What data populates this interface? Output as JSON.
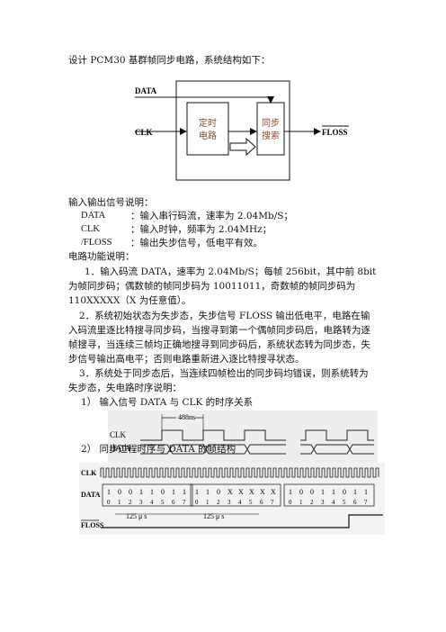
{
  "intro": "设计 PCM30 基群帧同步电路，系统结构如下：",
  "diagram": {
    "data_label": "DATA",
    "clk_label": "CLK",
    "floss_label": "FLOSS",
    "timer_box": [
      "定时",
      "电路"
    ],
    "sync_box": [
      "同步",
      "搜索"
    ]
  },
  "io_heading": "输入输出信号说明：",
  "io_signals": [
    {
      "name": "DATA",
      "desc": "：输入串行码流，速率为 2.04Mb/S；"
    },
    {
      "name": "CLK",
      "desc": "：输入时钟，频率为 2.04MHz；"
    },
    {
      "name": "/FLOSS",
      "desc": "：输出失步信号，低电平有效。"
    }
  ],
  "func_heading": "电路功能说明：",
  "func_items": [
    "1．输入码流 DATA，速率为 2.04Mb/S；每帧 256bit，其中前 8bit 为帧同步码；偶数帧的帧同步码为 10011011，奇数帧的帧同步码为 110XXXXX（X 为任意值）。",
    "2．系统初始状态为失步态，失步信号 FLOSS 输出低电平，电路在输入码流里逐比特搜寻同步码，当搜寻到第一个偶帧同步码后，电路转为逐帧搜寻，当连续三帧均正确地搜寻到同步码后，系统状态转为同步态，失步信号输出高电平；否则电路重新进入逐比特搜寻状态。",
    "3．系统处于同步态后，当连续四帧检出的同步码均错误，则系统转为失步态，失电路时序说明："
  ],
  "timing1": {
    "caption": "1）  输入信号 DATA 与 CLK 的时序关系",
    "delay_label": "488ns",
    "clk_label": "CLK",
    "data_label": "DATA"
  },
  "timing2": {
    "caption": "2）  同步过程时序与 DATA 的帧结构",
    "clk_label": "CLK",
    "data_label": "DATA",
    "floss_label": "FLOSS",
    "frame1_bits": [
      "1",
      "0",
      "0",
      "1",
      "1",
      "0",
      "1",
      "1"
    ],
    "frame2_bits": [
      "1",
      "1",
      "0",
      "X",
      "X",
      "X",
      "X",
      "X"
    ],
    "frame3_bits": [
      "1",
      "0",
      "0",
      "1",
      "1",
      "0",
      "1",
      "1"
    ],
    "index_labels": [
      "0",
      "1",
      "2",
      "3",
      "4",
      "5",
      "6",
      "7"
    ],
    "period_label": "125 μ s"
  }
}
